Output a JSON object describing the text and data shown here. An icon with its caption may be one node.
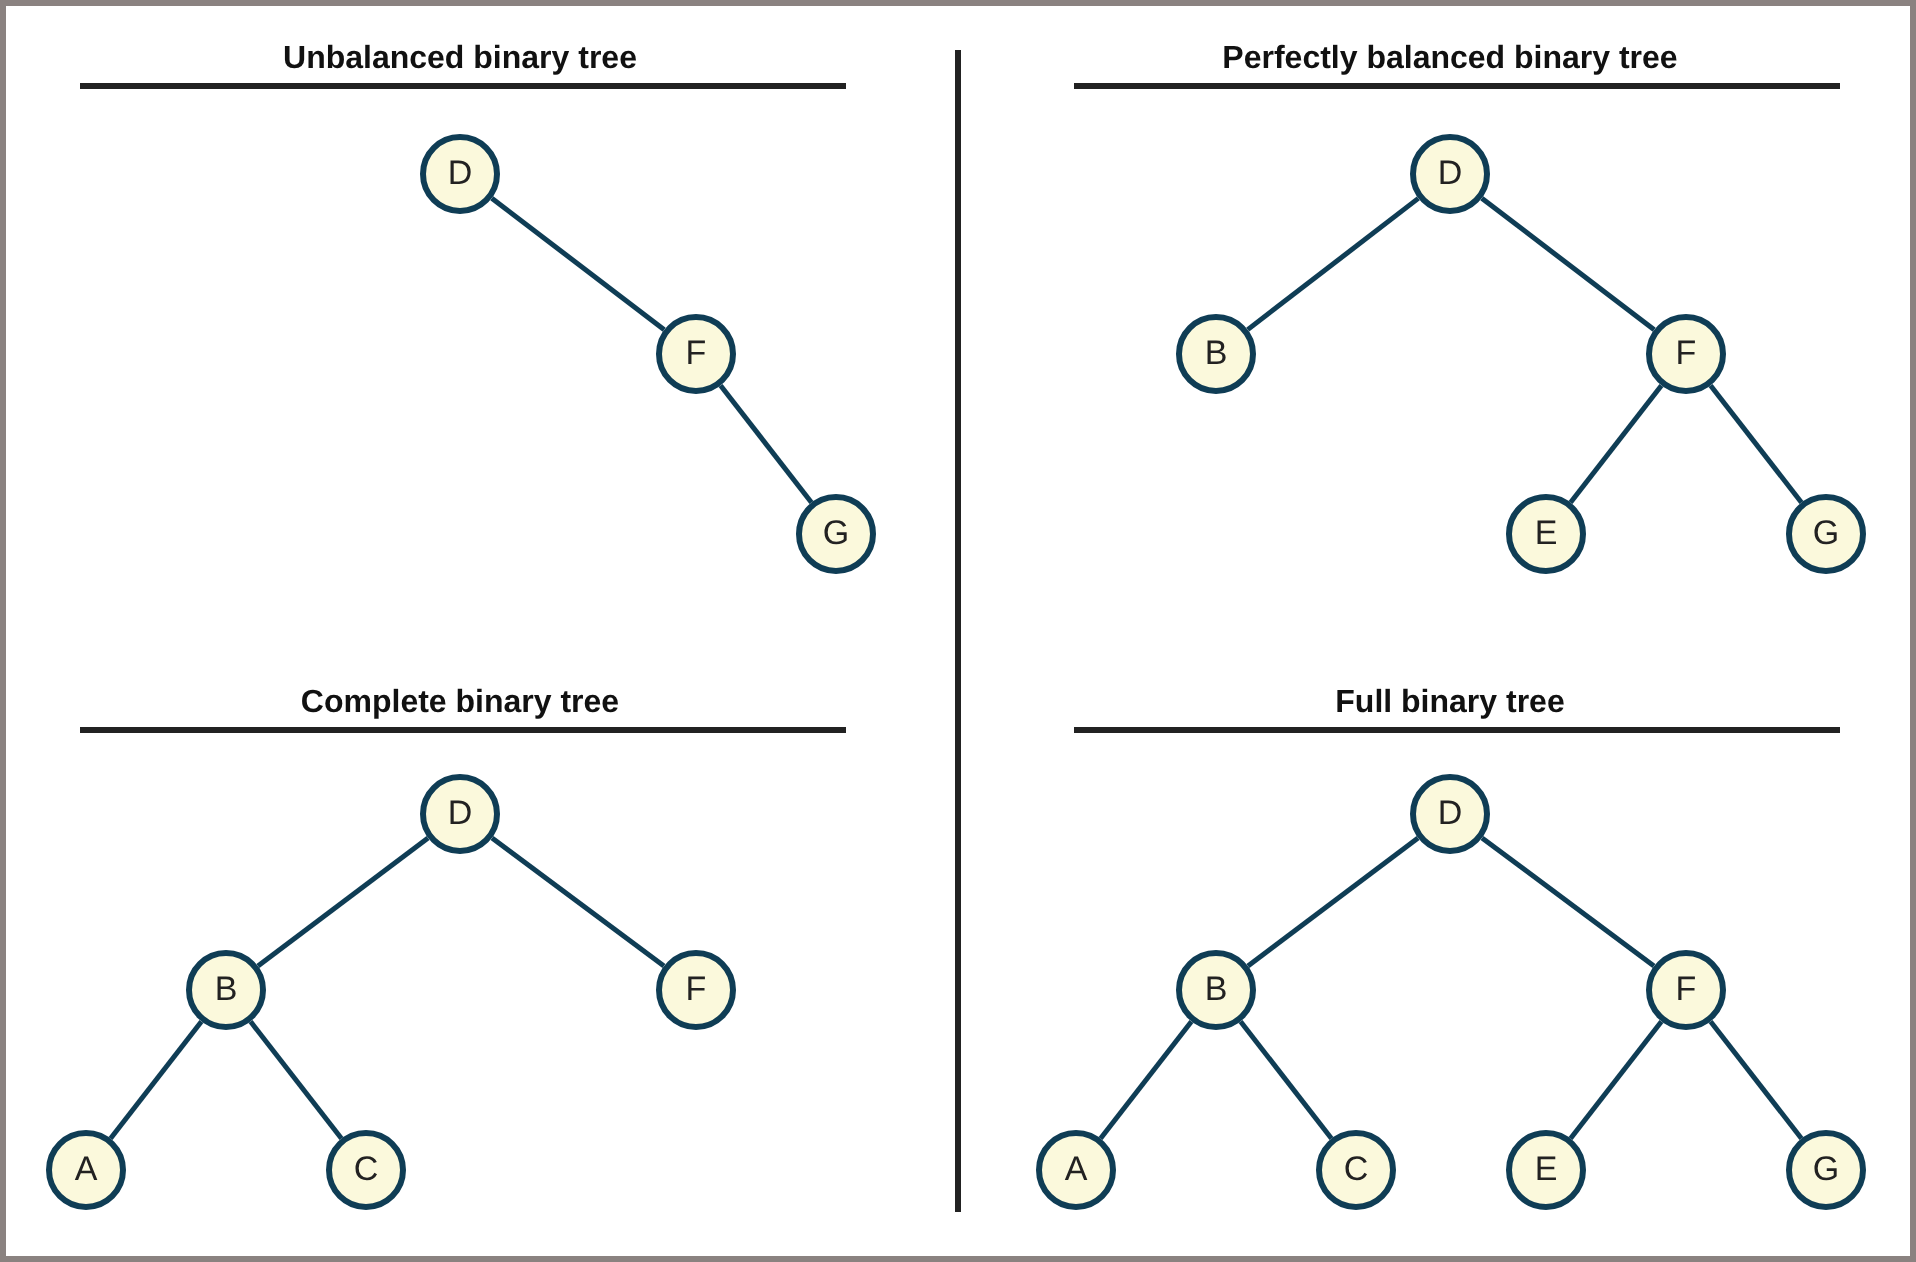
{
  "diagram": {
    "nodes": [
      {
        "text": [
          "D"
        ]
      },
      {
        "text": [
          "F"
        ]
      },
      {
        "text": [
          "G"
        ]
      },
      {
        "text": [
          "D"
        ]
      },
      {
        "text": [
          "B"
        ]
      },
      {
        "text": [
          "F"
        ]
      },
      {
        "text": [
          "E"
        ]
      },
      {
        "text": [
          "G"
        ]
      },
      {
        "text": [
          "D"
        ]
      },
      {
        "text": [
          "B"
        ]
      },
      {
        "text": [
          "F"
        ]
      },
      {
        "text": [
          "A"
        ]
      },
      {
        "text": [
          "C"
        ]
      },
      {
        "text": [
          "D"
        ]
      },
      {
        "text": [
          "B"
        ]
      },
      {
        "text": [
          "F"
        ]
      },
      {
        "text": [
          "A"
        ]
      },
      {
        "text": [
          "C"
        ]
      },
      {
        "text": [
          "E"
        ]
      },
      {
        "text": [
          "G"
        ]
      }
    ],
    "edges": [
      {
        "from": 0,
        "to": 1,
        "arrow": "none"
      },
      {
        "from": 1,
        "to": 2,
        "arrow": "none"
      },
      {
        "from": 3,
        "to": 4,
        "arrow": "none"
      },
      {
        "from": 3,
        "to": 5,
        "arrow": "none"
      },
      {
        "from": 5,
        "to": 6,
        "arrow": "none"
      },
      {
        "from": 5,
        "to": 7,
        "arrow": "none"
      },
      {
        "from": 8,
        "to": 9,
        "arrow": "none"
      },
      {
        "from": 8,
        "to": 10,
        "arrow": "none"
      },
      {
        "from": 9,
        "to": 11,
        "arrow": "none"
      },
      {
        "from": 9,
        "to": 12,
        "arrow": "none"
      },
      {
        "from": 13,
        "to": 14,
        "arrow": "none"
      },
      {
        "from": 13,
        "to": 15,
        "arrow": "none"
      },
      {
        "from": 14,
        "to": 16,
        "arrow": "none"
      },
      {
        "from": 14,
        "to": 17,
        "arrow": "none"
      },
      {
        "from": 15,
        "to": 18,
        "arrow": "none"
      },
      {
        "from": 15,
        "to": 19,
        "arrow": "none"
      }
    ],
    "labels": [
      "Unbalanced binary tree",
      "Perfectly balanced binary tree",
      "Complete binary tree",
      "Full binary tree"
    ]
  }
}
